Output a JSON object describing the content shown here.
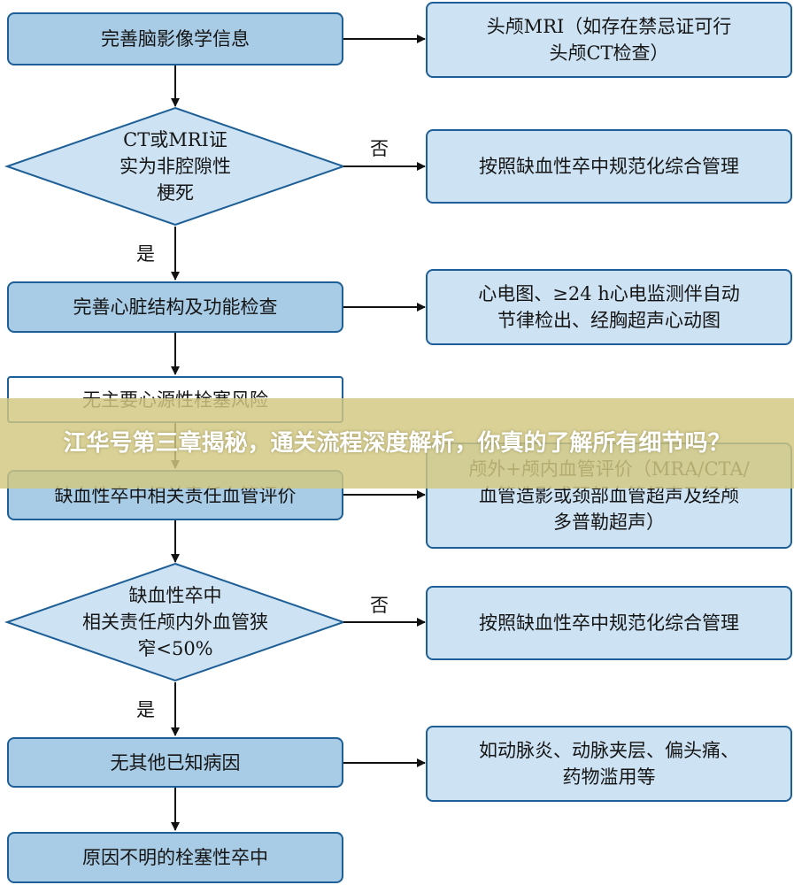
{
  "flowchart": {
    "nodes": {
      "imaging": "完善脑影像学信息",
      "imaging_detail": "头颅MRI（如存在禁忌证可行\n头颅CT检查）",
      "decision1": "CT或MRI证\n实为非腔隙性\n梗死",
      "manage1": "按照缺血性卒中规范化综合管理",
      "cardiac": "完善心脏结构及功能检查",
      "cardiac_detail": "心电图、≥24 h心电监测伴自动\n节律检出、经胸超声心动图",
      "embolic_risk": "无主要心源性栓塞风险",
      "vessel": "缺血性卒中相关责任血管评价",
      "vessel_detail": "颅外+颅内血管评价（MRA/CTA/\n血管造影或颈部血管超声及经颅\n多普勒超声）",
      "decision2": "缺血性卒中\n相关责任颅内外血管狭\n窄<50%",
      "manage2": "按照缺血性卒中规范化综合管理",
      "no_other": "无其他已知病因",
      "other_causes": "如动脉炎、动脉夹层、偏头痛、\n药物滥用等",
      "esus": "原因不明的栓塞性卒中"
    },
    "labels": {
      "no1": "否",
      "yes1": "是",
      "no2": "否",
      "yes2": "是"
    }
  },
  "banner": {
    "text": "江华号第三章揭秘，通关流程深度解析，你真的了解所有细节吗？"
  },
  "colors": {
    "left_box_fill": "#a8cbe6",
    "right_box_fill": "#cde2f3",
    "border": "#1d5f96",
    "banner": "#d2c882"
  }
}
